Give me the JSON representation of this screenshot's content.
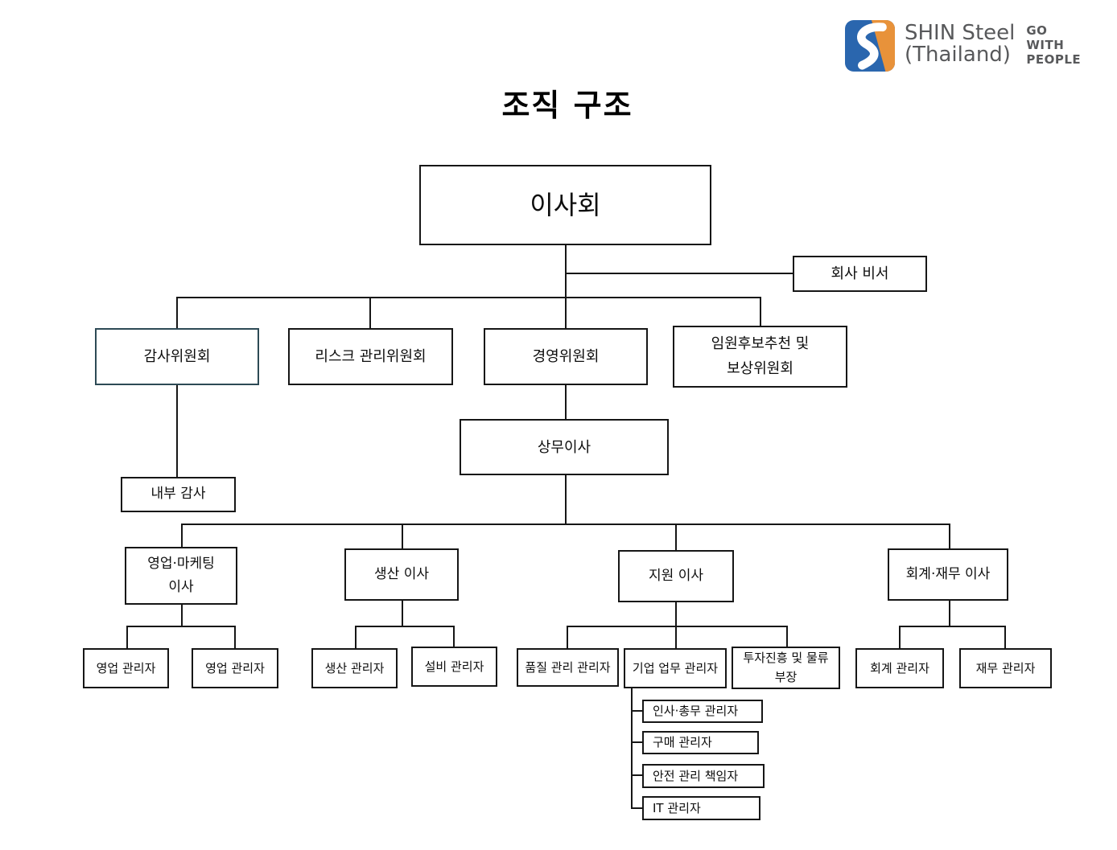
{
  "title": "조직 구조",
  "logo": {
    "company_line1": "SHIN Steel",
    "company_line2": "(Thailand)",
    "slogan_line1": "GO",
    "slogan_line2": "WITH",
    "slogan_line3": "PEOPLE",
    "mark_blue": "#2a66ae",
    "mark_orange": "#e8923a"
  },
  "colors": {
    "line": "#161616",
    "box_border": "#161616",
    "audit_committee_border": "#2d4a55"
  },
  "nodes": {
    "board": "이사회",
    "secretary": "회사 비서",
    "audit_committee": "감사위원회",
    "risk_committee": "리스크 관리위원회",
    "management_committee": "경영위원회",
    "nomination_committee": "임원후보추천 및\n보상위원회",
    "managing_director": "상무이사",
    "internal_audit": "내부 감사",
    "sales_marketing_director": "영업·마케팅\n이사",
    "production_director": "생산 이사",
    "support_director": "지원 이사",
    "accounting_finance_director": "회계·재무 이사",
    "sales_manager_1": "영업 관리자",
    "sales_manager_2": "영업 관리자",
    "production_manager": "생산 관리자",
    "facility_manager": "설비 관리자",
    "quality_manager": "품질 관리 관리자",
    "corporate_affairs_manager": "기업 업무 관리자",
    "investment_logistics_head": "투자진흥 및 물류\n부장",
    "accounting_manager": "회계 관리자",
    "finance_manager": "재무 관리자",
    "hr_ga_manager": "인사·총무 관리자",
    "purchasing_manager": "구매 관리자",
    "safety_officer": "안전 관리 책임자",
    "it_manager": "IT 관리자"
  }
}
